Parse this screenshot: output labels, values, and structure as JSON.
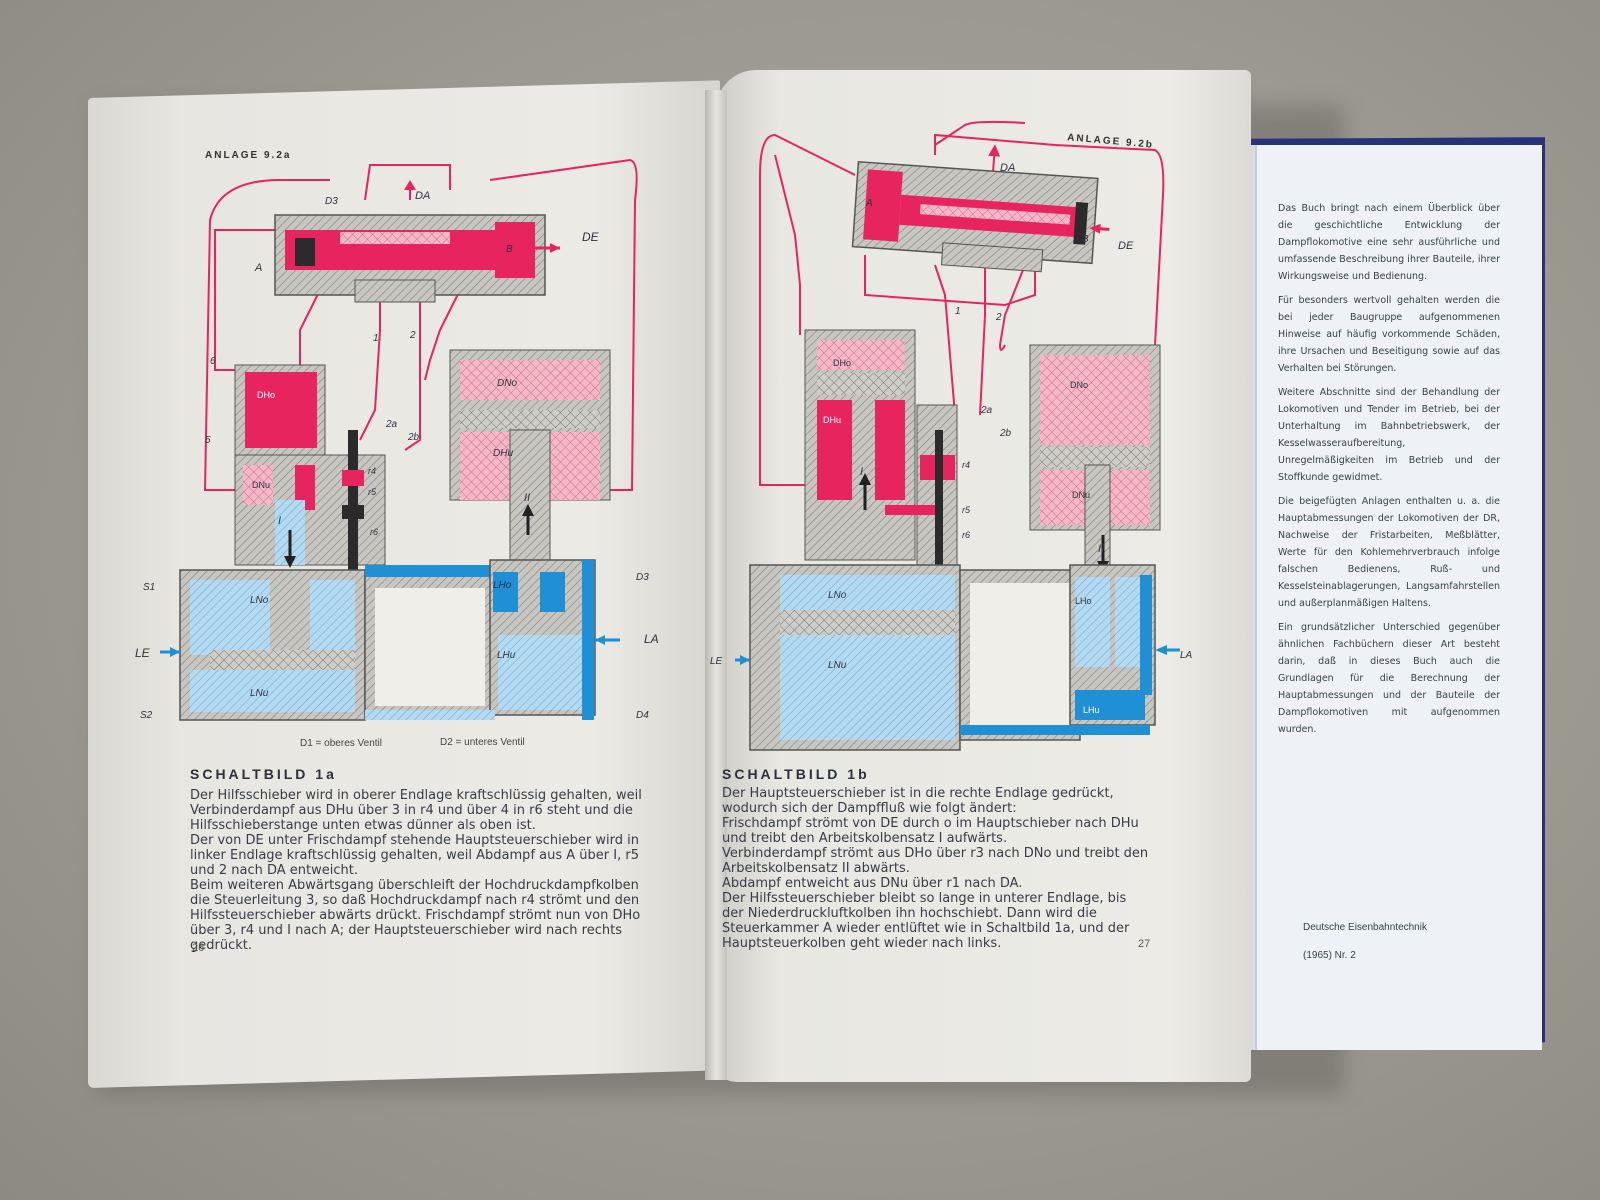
{
  "left_page": {
    "anlage": "ANLAGE 9.2a",
    "title": "SCHALTBILD 1a",
    "paragraphs": [
      "Der Hilfsschieber wird in oberer Endlage kraftschlüssig gehalten, weil Verbinderdampf aus DHu über 3 in r4 und über 4 in r6 steht und die Hilfsschieberstange unten etwas dünner als oben ist.",
      "Der von DE unter Frischdampf stehende Hauptsteuerschieber wird in linker Endlage kraftschlüssig gehalten, weil Abdampf aus A über I, r5 und 2 nach DA entweicht.",
      "Beim weiteren Abwärtsgang überschleift der Hochdruckdampfkolben die Steuerleitung 3, so daß Hochdruckdampf nach r4 strömt und den Hilfssteuerschieber abwärts drückt. Frischdampf strömt nun von DHo über 3, r4 und I nach A; der Hauptsteuerschieber wird nach rechts gedrückt."
    ],
    "caption_d1": "D1 = oberes Ventil",
    "caption_d2": "D2 = unteres Ventil",
    "page_number": "26",
    "labels": {
      "de": "DE",
      "da": "DA",
      "a": "A",
      "b": "B",
      "d3top": "D3",
      "dho": "DHo",
      "dhu": "DHu",
      "dno": "DNo",
      "dnu": "DNu",
      "lno": "LNo",
      "lnu": "LNu",
      "lho": "LHo",
      "lhu": "LHu",
      "le": "LE",
      "la": "LA",
      "s1": "S1",
      "s2": "S2",
      "d3": "D3",
      "d4": "D4",
      "n1": "1",
      "n2": "2",
      "n5": "5",
      "n6": "6",
      "z2a": "2a",
      "z2b": "2b",
      "r4": "r4",
      "r5": "r5",
      "r6": "r6",
      "roman1": "I",
      "roman2": "II"
    }
  },
  "right_page": {
    "anlage": "ANLAGE 9.2b",
    "title": "SCHALTBILD 1b",
    "paragraphs": [
      "Der Hauptsteuerschieber ist in die rechte Endlage gedrückt, wodurch sich der Dampffluß wie folgt ändert:",
      "Frischdampf strömt von DE durch o im Hauptschieber nach DHu und treibt den Arbeitskolbensatz I aufwärts.",
      "Verbinderdampf strömt aus DHo über r3 nach DNo und treibt den Arbeitskolbensatz II abwärts.",
      "Abdampf entweicht aus DNu über r1 nach DA.",
      "Der Hilfssteuerschieber bleibt so lange in unterer Endlage, bis der Niederdruckluftkolben ihn hochschiebt. Dann wird die Steuerkammer A wieder entlüftet wie in Schaltbild 1a, und der Hauptsteuerkolben geht wieder nach links."
    ],
    "page_number": "27",
    "labels": {
      "de": "DE",
      "da": "DA",
      "a": "A",
      "b": "B",
      "dho": "DHo",
      "dhu": "DHu",
      "dno": "DNo",
      "dnu": "DNu",
      "lno": "LNo",
      "lnu": "LNu",
      "lho": "LHo",
      "lhu": "LHu",
      "le": "LE",
      "la": "LA",
      "n1": "1",
      "n2": "2",
      "z2a": "2a",
      "z2b": "2b",
      "r4": "r4",
      "r5": "r5",
      "r6": "r6",
      "roman1": "I",
      "roman2": "II"
    }
  },
  "jacket": {
    "paragraphs": [
      "Das Buch bringt nach einem Überblick über die geschichtliche Entwicklung der Dampflokomotive eine sehr ausführliche und umfassende Beschreibung ihrer Bauteile, ihrer Wirkungsweise und Bedienung.",
      "Für besonders wertvoll gehalten werden die bei jeder Baugruppe aufgenommenen Hinweise auf häufig vorkommende Schäden, ihre Ursachen und Beseitigung sowie auf das Verhalten bei Störungen.",
      "Weitere Abschnitte sind der Behandlung der Lokomotiven und Tender im Betrieb, bei der Unterhaltung im Bahnbetriebswerk, der Kesselwasseraufbereitung, Unregelmäßigkeiten im Betrieb und der Stoffkunde gewidmet.",
      "Die beigefügten Anlagen enthalten u. a. die Hauptabmessungen der Lokomotiven der DR, Nachweise der Fristarbeiten, Meßblätter, Werte für den Kohlemehrverbrauch infolge falschen Bedienens, Ruß- und Kesselsteinablagerungen, Langsamfahrstellen und außerplanmäßigen Haltens.",
      "Ein grundsätzlicher Unterschied gegenüber ähnlichen Fachbüchern dieser Art besteht darin, daß in dieses Buch auch die Grundlagen für die Berechnung der Hauptabmessungen und der Bauteile der Dampflokomotiven mit aufgenommen wurden."
    ],
    "source": "Deutsche Eisenbahntechnik",
    "issue": "(1965) Nr. 2"
  },
  "colors": {
    "steam_high": "#e8245e",
    "steam_pale": "#f2a9bd",
    "air_blue": "#1f8fd6",
    "air_pale": "#a9d3ee",
    "steel": "#9a9a9a",
    "page": "#eceae5"
  }
}
